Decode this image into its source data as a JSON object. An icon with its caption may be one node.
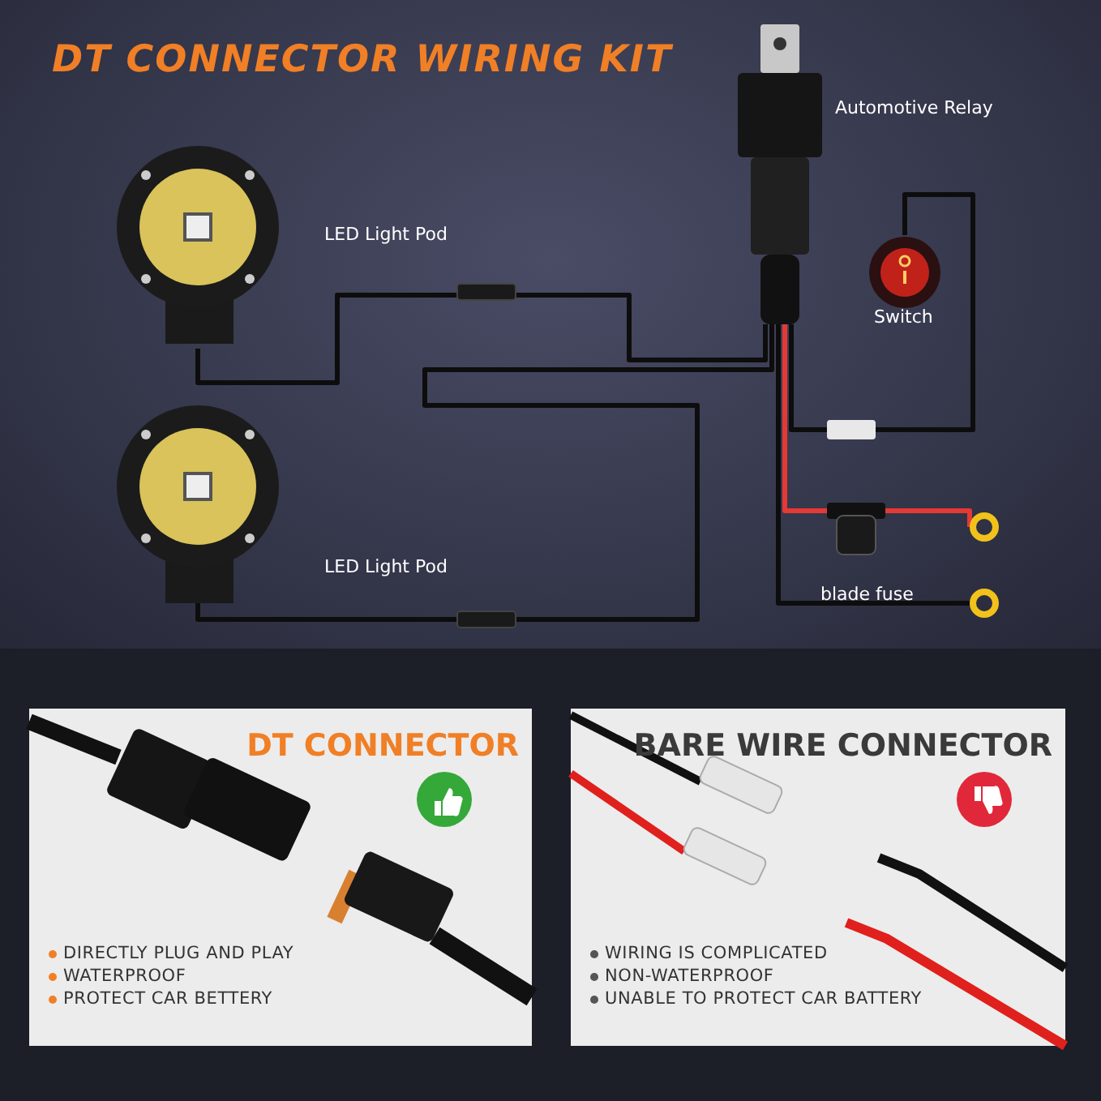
{
  "diagram": {
    "title": "DT CONNECTOR WIRING KIT",
    "nodes": [
      {
        "text": [],
        "shape": "picture",
        "beside": [
          "Automotive Relay"
        ]
      },
      {
        "text": [],
        "shape": "picture",
        "beside": [
          "LED Light Pod"
        ]
      },
      {
        "text": [],
        "shape": "picture",
        "beside": [
          "LED Light Pod"
        ]
      },
      {
        "text": [],
        "shape": "picture",
        "beside": [
          "Switch"
        ]
      },
      {
        "text": [],
        "shape": "box",
        "beside": [
          "blade fuse"
        ]
      },
      {
        "text": [],
        "shape": "circle"
      },
      {
        "text": [],
        "shape": "circle"
      },
      {
        "text": [
          "DT CONNECTOR",
          "DIRECTLY PLUG AND PLAY",
          "WATERPROOF",
          "PROTECT CAR BETTERY"
        ]
      },
      {
        "text": [
          "BARE WIRE CONNECTOR",
          "WIRING IS COMPLICATED",
          "NON-WATERPROOF",
          "UNABLE TO PROTECT CAR BATTERY"
        ]
      }
    ],
    "edges": [
      {
        "from": 0,
        "to": 1,
        "arrow": "none"
      },
      {
        "from": 0,
        "to": 2,
        "arrow": "none"
      },
      {
        "from": 0,
        "to": 3,
        "arrow": "none"
      },
      {
        "from": 0,
        "to": 4,
        "arrow": "none",
        "color": "#e53935"
      },
      {
        "from": 4,
        "to": 5,
        "arrow": "none",
        "color": "#e53935"
      },
      {
        "from": 0,
        "to": 6,
        "arrow": "none"
      }
    ]
  }
}
